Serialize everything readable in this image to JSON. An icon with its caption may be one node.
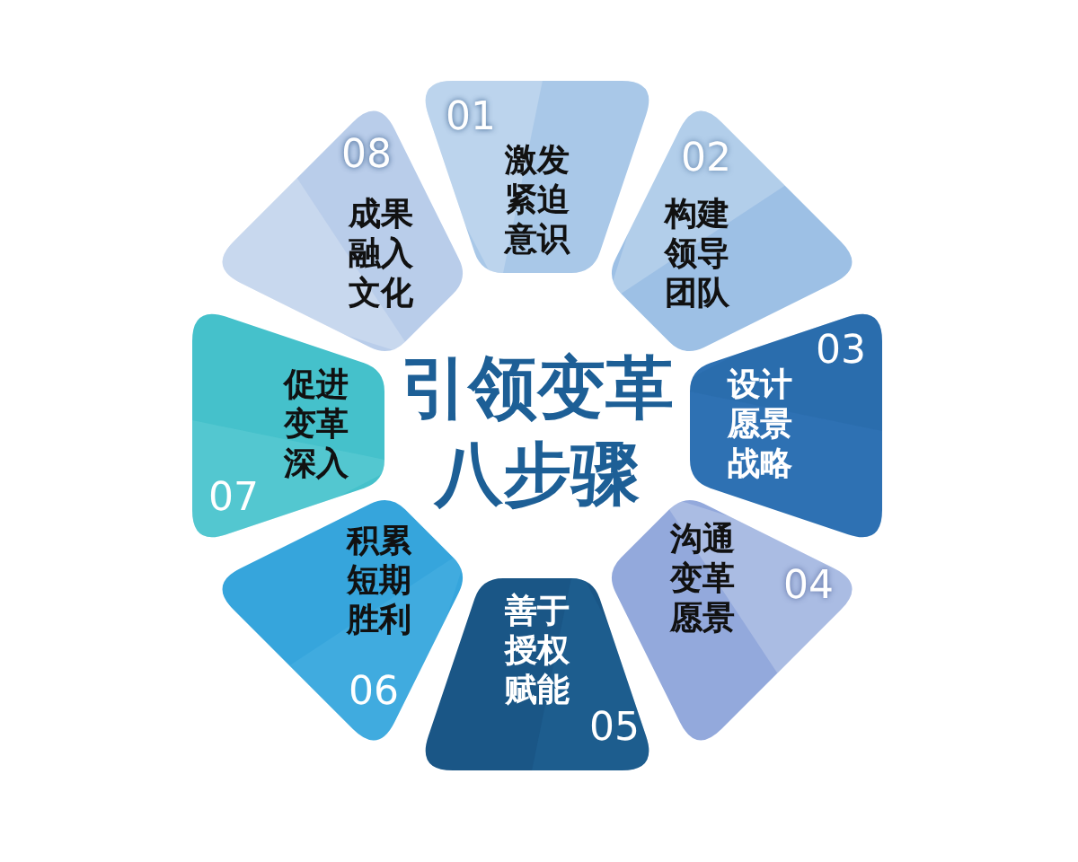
{
  "diagram": {
    "title": "引领变革八步骤",
    "nodes": [
      {
        "text": [
          "01",
          "激发紧迫意识"
        ]
      },
      {
        "text": [
          "02",
          "构建领导团队"
        ]
      },
      {
        "text": [
          "03",
          "设计愿景战略"
        ]
      },
      {
        "text": [
          "沟通变革愿景",
          "04"
        ]
      },
      {
        "text": [
          "善于授权赋能",
          "05"
        ]
      },
      {
        "text": [
          "积累短期胜利",
          "06"
        ]
      },
      {
        "text": [
          "促进变革深入",
          "07"
        ]
      },
      {
        "text": [
          "08",
          "成果融入文化"
        ]
      }
    ]
  }
}
